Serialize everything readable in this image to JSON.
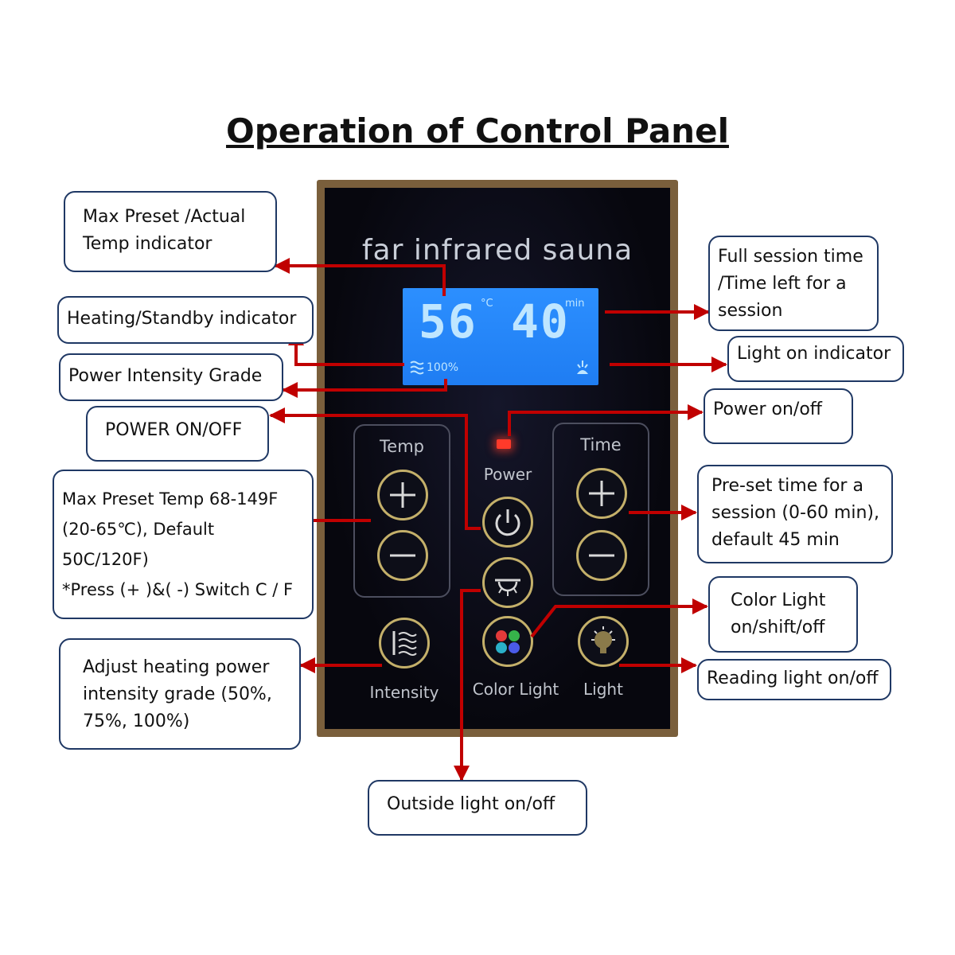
{
  "title": "Operation of Control Panel",
  "panel": {
    "brand": "far infrared sauna",
    "display": {
      "temp_value": "56",
      "temp_unit": "°C",
      "time_value": "40",
      "time_unit": "min",
      "intensity_grade": "100%"
    },
    "temp_group_label": "Temp",
    "time_group_label": "Time",
    "power_label": "Power",
    "intensity_label": "Intensity",
    "color_light_label": "Color Light",
    "light_label": "Light"
  },
  "callouts": {
    "max_preset_actual": "Max Preset /Actual\nTemp indicator",
    "heating_standby": "Heating/Standby indicator",
    "power_intensity_grade": "Power Intensity Grade",
    "power_on_off_left": "POWER ON/OFF",
    "max_preset_temp": "Max Preset Temp 68-149F\n(20-65℃), Default\n50C/120F)\n*Press (+ )&( -) Switch C / F",
    "adjust_heating": "Adjust heating power\nintensity grade (50%,\n75%, 100%)",
    "full_session_time": "Full session time\n/Time left for a\nsession",
    "light_on_indicator": "Light on indicator",
    "power_on_off_right": "Power on/off",
    "preset_time": "Pre-set time for a\nsession (0-60 min),\ndefault 45 min",
    "color_light": "Color Light\non/shift/off",
    "reading_light": "Reading light on/off",
    "outside_light": "Outside light on/off"
  },
  "colors": {
    "arrow": "#c00000",
    "callout_border": "#1f3864",
    "lcd": "#2c8fff",
    "button_ring": "#c4b06a"
  }
}
